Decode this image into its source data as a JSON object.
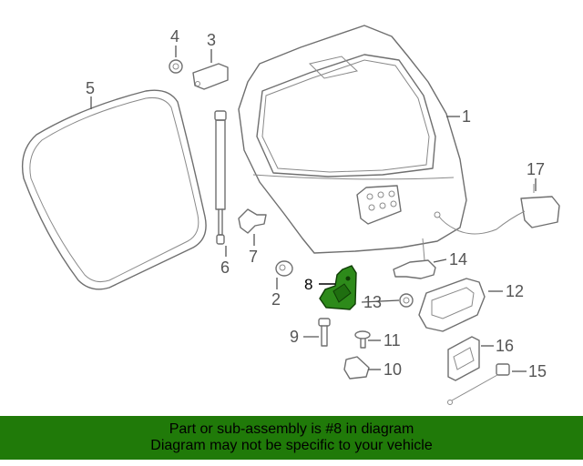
{
  "callouts": [
    {
      "num": "1"
    },
    {
      "num": "2"
    },
    {
      "num": "3"
    },
    {
      "num": "4"
    },
    {
      "num": "5"
    },
    {
      "num": "6"
    },
    {
      "num": "7"
    },
    {
      "num": "8"
    },
    {
      "num": "9"
    },
    {
      "num": "10"
    },
    {
      "num": "11"
    },
    {
      "num": "12"
    },
    {
      "num": "13"
    },
    {
      "num": "14"
    },
    {
      "num": "15"
    },
    {
      "num": "16"
    },
    {
      "num": "17"
    }
  ],
  "highlighted_part": "8",
  "colors": {
    "banner_bg": "#207a09",
    "highlight_part": "#2d8a1a",
    "line_art": "#6f6f6f",
    "callout_text": "#555555"
  },
  "banner": {
    "line1": "Part or sub-assembly is #8 in diagram",
    "line2": "Diagram may not be specific to your vehicle"
  }
}
